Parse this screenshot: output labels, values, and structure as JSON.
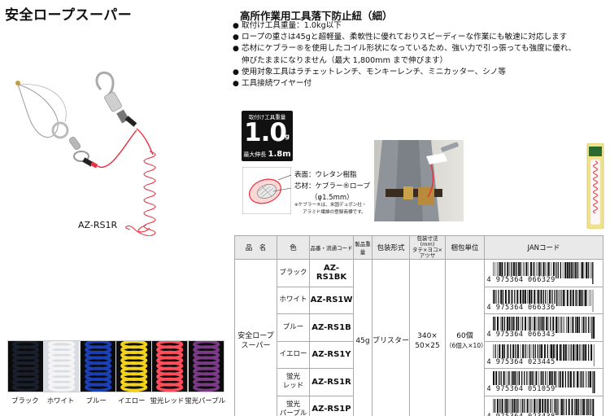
{
  "product_title": "安全ロープスーパー",
  "model_label": "AZ-RS1R",
  "subtitle": "高所作業用工具落下防止紐（細）",
  "features": [
    "取付け工具重量：1.0kg以下",
    "ロープの重さは45gと超軽量、柔軟性に優れておりスピーディーな作業にも敏速に対応します",
    "芯材にケブラー®を使用したコイル形状になっているため、強い力で引っ張っても強度に優れ、",
    "伸びたままになりません（最大 1,800mm まで伸びます）",
    "使用対象工具はラチェットレンチ、モンキーレンチ、ミニカッター、シノ等",
    "工具接続ワイヤー付"
  ],
  "badge": {
    "top": "取付け工具重量",
    "value": "1.0",
    "unit": "kg",
    "bottom_label": "最大伸長",
    "bottom_value": "1.8m"
  },
  "spec": {
    "surface": "表面：ウレタン樹脂",
    "core": "芯材：ケブラー®ロープ",
    "diameter": "（φ1.5mm）",
    "note_1": "※ケブラー®は、米国デュポン社・",
    "note_2": "アラミド繊維の登録商標です。"
  },
  "table": {
    "headers": {
      "name": "品　名",
      "color": "色",
      "code": "品番・流通コード",
      "weight": "製品重量",
      "pack": "包装形式",
      "size_1": "包装寸法(mm)",
      "size_2": "タテ×ヨコ×アツサ",
      "unit": "梱包単位",
      "jan": "JANコード"
    },
    "name_1": "安全ロープ",
    "name_2": "スーパー",
    "weight": "45g",
    "pack": "ブリスター",
    "size_1": "340×",
    "size_2": "50×25",
    "unit_1": "60個",
    "unit_2": "（6個入×10）",
    "rows": [
      {
        "color_1": "ブラック",
        "color_2": "",
        "code": "AZ-RS1BK",
        "jan": "4 975364 066329"
      },
      {
        "color_1": "ホワイト",
        "color_2": "",
        "code": "AZ-RS1W",
        "jan": "4 975364 066336"
      },
      {
        "color_1": "ブルー",
        "color_2": "",
        "code": "AZ-RS1B",
        "jan": "4 975364 066343"
      },
      {
        "color_1": "イエロー",
        "color_2": "",
        "code": "AZ-RS1Y",
        "jan": "4 975364 023445"
      },
      {
        "color_1": "蛍光",
        "color_2": "レッド",
        "code": "AZ-RS1R",
        "jan": "4 975364 051059"
      },
      {
        "color_1": "蛍光",
        "color_2": "パープル",
        "code": "AZ-RS1P",
        "jan": "4 975364 023438"
      }
    ]
  },
  "swatches": [
    {
      "label": "ブラック",
      "color": "#1a1f2e"
    },
    {
      "label": "ホワイト",
      "color": "#f4f4f4"
    },
    {
      "label": "ブルー",
      "color": "#1b3fb5"
    },
    {
      "label": "イエロー",
      "color": "#f2d21a"
    },
    {
      "label": "蛍光レッド",
      "color": "#ff4d5a"
    },
    {
      "label": "蛍光パープル",
      "color": "#7a3a86"
    }
  ],
  "colors": {
    "rope_red": "#e8323f"
  }
}
